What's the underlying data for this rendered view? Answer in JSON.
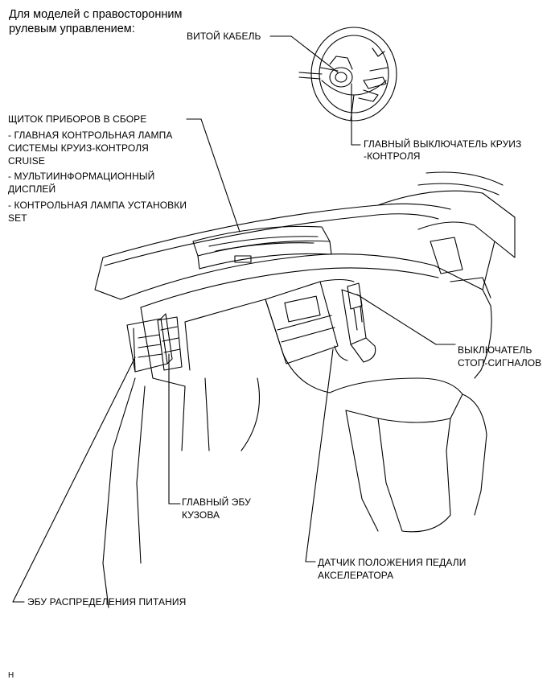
{
  "header": {
    "line1": "Для моделей с правосторонним",
    "line2": "рулевым управлением:"
  },
  "labels": {
    "clock_spring": "ВИТОЙ КАБЕЛЬ",
    "cruise_switch_1": "ГЛАВНЫЙ ВЫКЛЮЧАТЕЛЬ КРУИЗ",
    "cruise_switch_2": "-КОНТРОЛЯ",
    "combination_meter": {
      "title": "ЩИТОК ПРИБОРОВ В СБОРЕ",
      "item1_line1": "- ГЛАВНАЯ КОНТРОЛЬНАЯ ЛАМПА",
      "item1_line2": "СИСТЕМЫ КРУИЗ-КОНТРОЛЯ",
      "item1_line3": "CRUISE",
      "item2_line1": "- МУЛЬТИИНФОРМАЦИОННЫЙ",
      "item2_line2": "ДИСПЛЕЙ",
      "item3_line1": "- КОНТРОЛЬНАЯ ЛАМПА УСТАНОВКИ",
      "item3_line2": "SET"
    },
    "stop_lamp_switch_1": "ВЫКЛЮЧАТЕЛЬ",
    "stop_lamp_switch_2": "СТОП-СИГНАЛОВ",
    "main_body_ecu_1": "ГЛАВНЫЙ ЭБУ",
    "main_body_ecu_2": "КУЗОВА",
    "accel_sensor_1": "ДАТЧИК ПОЛОЖЕНИЯ ПЕДАЛИ",
    "accel_sensor_2": "АКСЕЛЕРАТОРА",
    "power_ecu": "ЭБУ РАСПРЕДЕЛЕНИЯ ПИТАНИЯ"
  },
  "footer": {
    "code": "H"
  },
  "colors": {
    "line": "#000000",
    "background": "#ffffff"
  }
}
